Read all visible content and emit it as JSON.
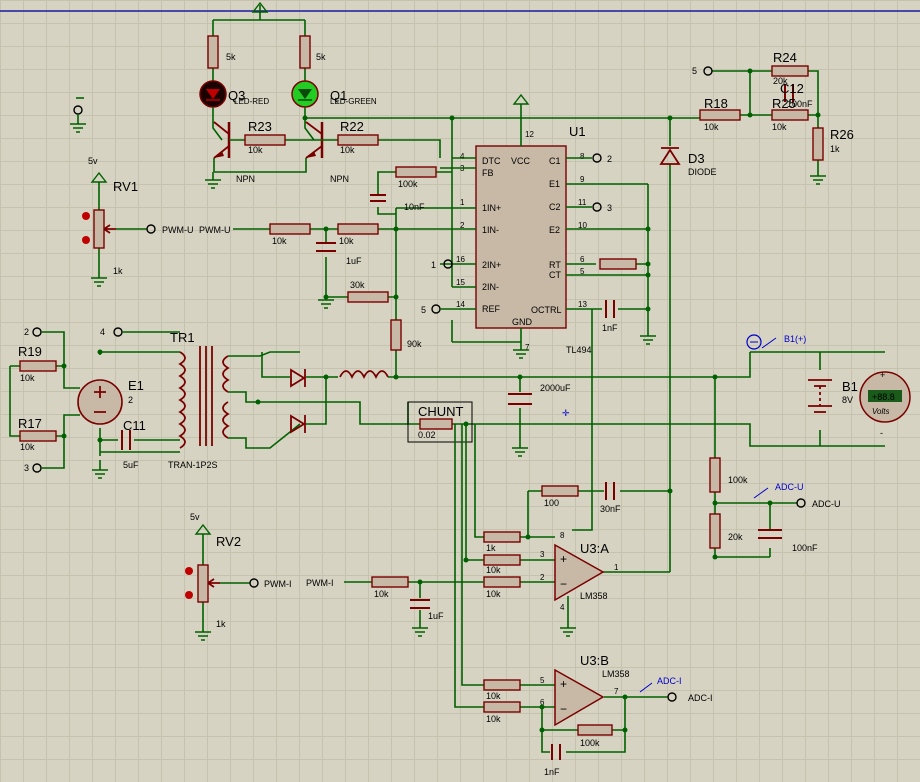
{
  "refs": {
    "u1": "U1",
    "q3": "Q3",
    "q1": "Q1",
    "r23": "R23",
    "r22": "R22",
    "rv1": "RV1",
    "rv2": "RV2",
    "r24": "R24",
    "c12": "C12",
    "r18": "R18",
    "r25": "R25",
    "r26": "R26",
    "d3": "D3",
    "r19": "R19",
    "r17": "R17",
    "e1": "E1",
    "c11": "C11",
    "tr1": "TR1",
    "chunt": "CHUNT",
    "b1": "B1",
    "u3a": "U3:A",
    "u3b": "U3:B"
  },
  "labels": {
    "q3_model": "LED-RED",
    "q1_model": "LED-GREEN",
    "npn1": "NPN",
    "npn2": "NPN",
    "d3_model": "DIODE",
    "u1_model": "TL494",
    "u3a_model": "LM358",
    "u3b_model": "LM358",
    "tr1_model": "TRAN-1P2S",
    "rv1_5v": "5v",
    "rv2_5v": "5v",
    "e1_val": "2",
    "b1_val": "8V"
  },
  "values": {
    "r5k_a": "5k",
    "r5k_b": "5k",
    "r23": "10k",
    "r22": "10k",
    "r100k_fb": "100k",
    "c10nf": "10nF",
    "r10k_a": "10k",
    "r10k_b": "10k",
    "c1uf_a": "1uF",
    "r30k": "30k",
    "r90k": "90k",
    "rv1": "1k",
    "r24": "20k",
    "c12": "100nF",
    "r18": "10k",
    "r25": "10k",
    "r26": "1k",
    "c1nf_ct": "1nF",
    "c2000": "2000uF",
    "chunt": "0.02",
    "r19": "10k",
    "r17": "10k",
    "c11": "5uF",
    "r100": "100",
    "c30nf": "30nF",
    "r1k": "1k",
    "r10k_c": "10k",
    "r10k_d": "10k",
    "r100k_div": "100k",
    "r20k": "20k",
    "c100nf_div": "100nF",
    "r10k_pwm": "10k",
    "c1uf_b": "1uF",
    "rv2": "1k",
    "r10k_e": "10k",
    "r10k_f": "10k",
    "r100k_fb2": "100k",
    "c1nf_b": "1nF"
  },
  "ports": {
    "pwm_u": "PWM-U",
    "pwm_i": "PWM-I",
    "adc_u": "ADC-U",
    "adc_i": "ADC-I",
    "b1_probe": "B1(+)",
    "t2": "2",
    "t3": "3",
    "t4": "4",
    "t5": "5",
    "c1_out": "2",
    "c2_out": "3",
    "in2p": "1",
    "ref_in": "5"
  },
  "u1_pins": {
    "dtc": "DTC",
    "fb": "FB",
    "vcc": "VCC",
    "c1": "C1",
    "e1": "E1",
    "c2": "C2",
    "e2": "E2",
    "in1p": "1IN+",
    "in1m": "1IN-",
    "in2p": "2IN+",
    "in2m": "2IN-",
    "rt": "RT",
    "ct": "CT",
    "ref": "REF",
    "octrl": "OCTRL",
    "gnd": "GND"
  },
  "u1_pin_numbers": {
    "p4": "4",
    "p3": "3",
    "p12": "12",
    "p8": "8",
    "p9": "9",
    "p11": "11",
    "p10": "10",
    "p1": "1",
    "p2": "2",
    "p16": "16",
    "p15": "15",
    "p6": "6",
    "p5": "5",
    "p14": "14",
    "p13": "13",
    "p7": "7"
  },
  "op_pins": {
    "a3": "3",
    "a2": "2",
    "a1": "1",
    "a8": "8",
    "a4": "4",
    "b5": "5",
    "b6": "6",
    "b7": "7"
  },
  "voltmeter": {
    "display": "+88.8",
    "unit": "Volts"
  },
  "colors": {
    "wire": "#006100",
    "component": "#7a0000",
    "resistor_fill": "#c8b9a6",
    "led_red": "#c00000",
    "led_green": "#22cc22",
    "probe": "#0000cc"
  }
}
